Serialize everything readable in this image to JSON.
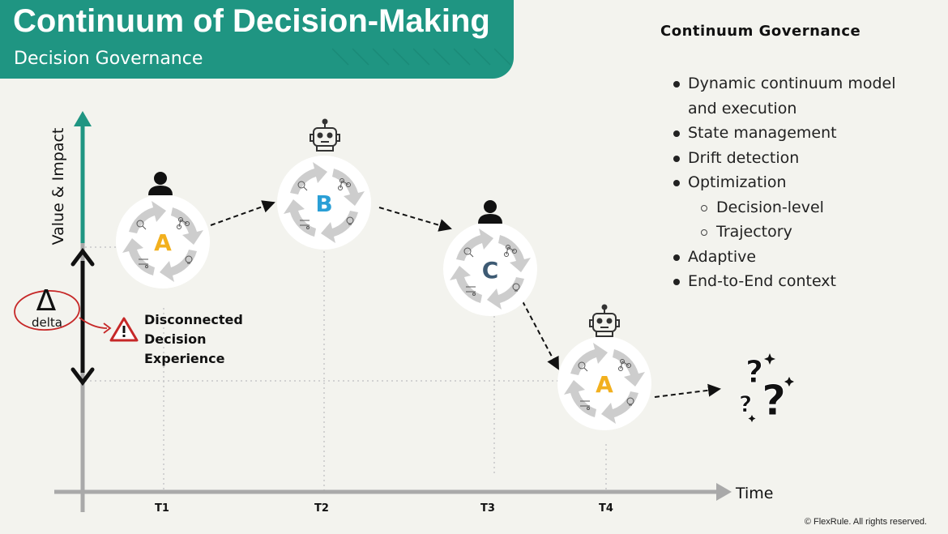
{
  "header": {
    "title": "Continuum of Decision-Making",
    "subtitle": "Decision Governance"
  },
  "panel": {
    "title": "Continuum Governance",
    "bullets": [
      {
        "text": "Dynamic continuum model",
        "level": 1
      },
      {
        "text": "and execution",
        "level": 1,
        "continuation": true
      },
      {
        "text": "State management",
        "level": 1
      },
      {
        "text": "Drift detection",
        "level": 1
      },
      {
        "text": "Optimization",
        "level": 1
      },
      {
        "text": "Decision-level",
        "level": 2
      },
      {
        "text": "Trajectory",
        "level": 2
      },
      {
        "text": "Adaptive",
        "level": 1
      },
      {
        "text": "End-to-End context",
        "level": 1
      }
    ]
  },
  "axes": {
    "y_label": "Value & Impact",
    "x_label": "Time",
    "ticks": [
      "T1",
      "T2",
      "T3",
      "T4"
    ]
  },
  "nodes": [
    {
      "letter": "A",
      "actor": "person-icon",
      "color": "#f2b01e",
      "time": "T1"
    },
    {
      "letter": "B",
      "actor": "robot-icon",
      "color": "#2a9fd6",
      "time": "T2"
    },
    {
      "letter": "C",
      "actor": "person-icon",
      "color": "#3d5a73",
      "time": "T3"
    },
    {
      "letter": "A",
      "actor": "robot-icon",
      "color": "#f2b01e",
      "time": "T4"
    }
  ],
  "delta": {
    "symbol": "Δ",
    "label": "delta",
    "warning": [
      "Disconnected",
      "Decision",
      "Experience"
    ]
  },
  "outcome_icon": "question-marks-icon",
  "copyright": "© FlexRule. All rights reserved.",
  "colors": {
    "brand": "#1f9582",
    "axis_up": "#1f9582",
    "axis": "#a9a9a9",
    "delta_circle": "#c62828"
  }
}
